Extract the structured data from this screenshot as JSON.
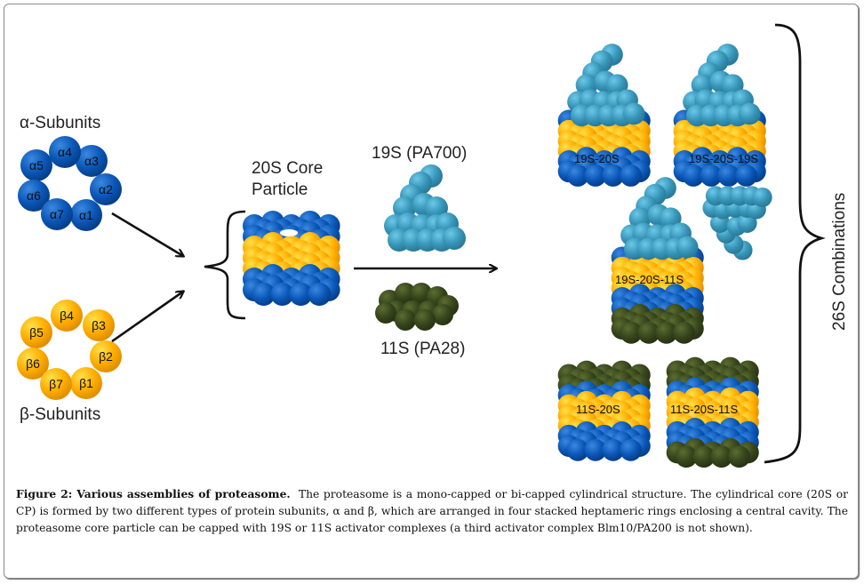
{
  "alpha_ring": {
    "title": "α-Subunits",
    "subunits": [
      "α1",
      "α2",
      "α3",
      "α4",
      "α5",
      "α6",
      "α7"
    ]
  },
  "beta_ring": {
    "title": "β-Subunits",
    "subunits": [
      "β1",
      "β2",
      "β3",
      "β4",
      "β5",
      "β6",
      "β7"
    ]
  },
  "core_particle": {
    "title_line1": "20S Core",
    "title_line2": "Particle"
  },
  "activators": {
    "cap_19s": "19S (PA700)",
    "cap_11s": "11S (PA28)"
  },
  "combinations": {
    "label": "26S Combinations",
    "items": [
      "19S-20S",
      "19S-20S-19S",
      "19S-20S-11S",
      "11S-20S",
      "11S-20S-11S"
    ]
  },
  "colors": {
    "alpha": "#0a57b8",
    "beta": "#ffad00",
    "cap19s": "#3795b8",
    "cap11s": "#37451c"
  },
  "caption": {
    "title": "Figure 2: Various assemblies of proteasome.",
    "body": "The proteasome is a mono-capped or bi-capped cylindrical structure. The cylindrical core (20S or CP) is formed by two different types of protein subunits, α and β, which are arranged in four stacked heptameric rings enclosing a central cavity. The proteasome core particle can be capped with 19S or 11S activator complexes (a third activator complex Blm10/PA200 is not shown)."
  }
}
